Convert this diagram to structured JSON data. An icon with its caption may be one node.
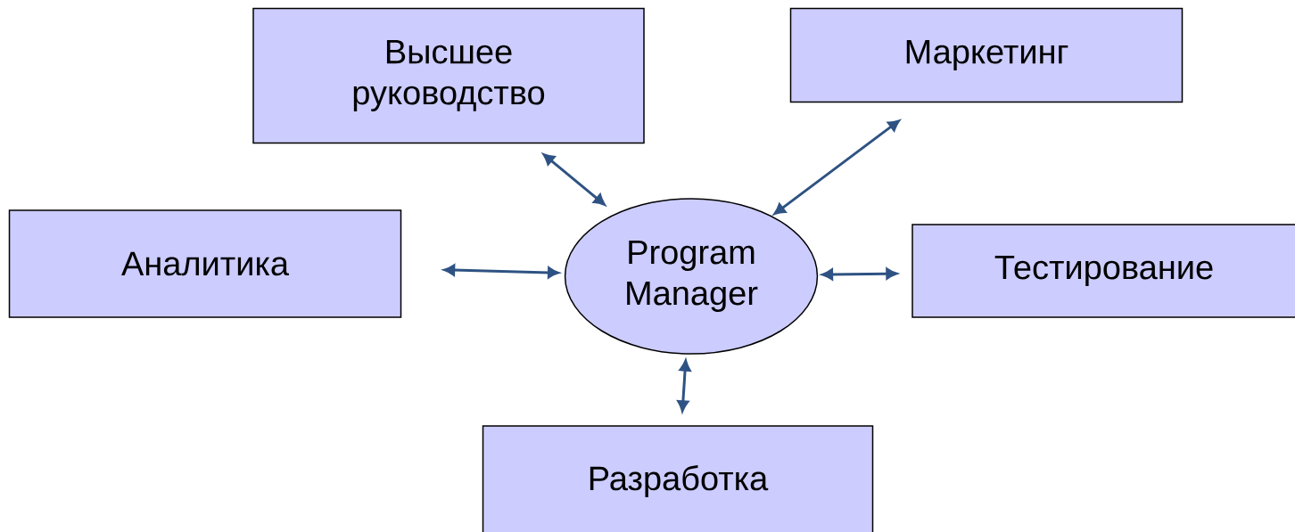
{
  "diagram": {
    "nodes": [
      {
        "text": [
          "Program Manager"
        ]
      },
      {
        "text": [
          "Высшее руководство"
        ]
      },
      {
        "text": [
          "Маркетинг"
        ]
      },
      {
        "text": [
          "Аналитика"
        ]
      },
      {
        "text": [
          "Тестирование"
        ]
      },
      {
        "text": [
          "Разработка"
        ]
      }
    ],
    "edges": [
      {
        "from": 0,
        "to": 1,
        "arrow": "both"
      },
      {
        "from": 0,
        "to": 2,
        "arrow": "both"
      },
      {
        "from": 0,
        "to": 3,
        "arrow": "both"
      },
      {
        "from": 0,
        "to": 4,
        "arrow": "both"
      },
      {
        "from": 0,
        "to": 5,
        "arrow": "both"
      }
    ]
  }
}
